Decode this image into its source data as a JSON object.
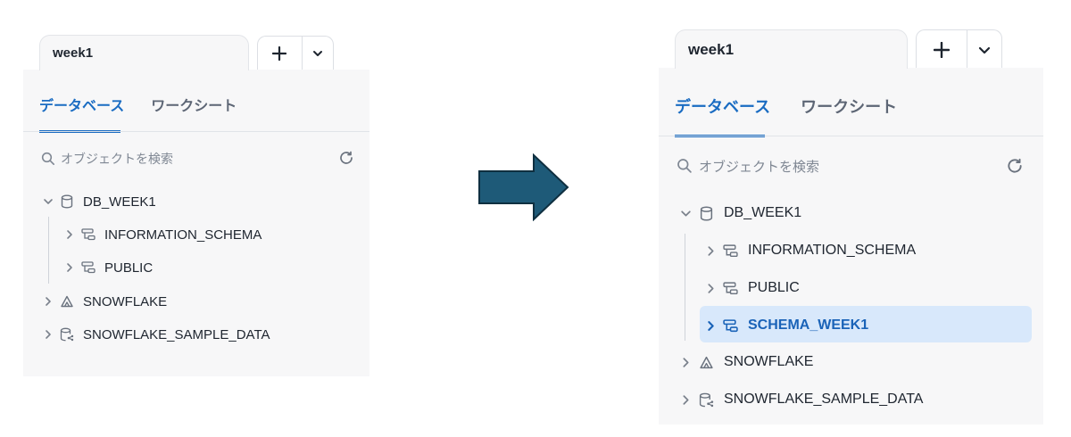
{
  "tab": {
    "name": "week1"
  },
  "tab_buttons": {
    "add": "+",
    "dropdown": "chevron-down-icon"
  },
  "subtabs": {
    "database": "データベース",
    "worksheet": "ワークシート"
  },
  "search": {
    "placeholder": "オブジェクトを検索"
  },
  "before": {
    "tree": [
      {
        "label": "DB_WEEK1",
        "icon": "database-icon",
        "expanded": true
      },
      {
        "label": "INFORMATION_SCHEMA",
        "icon": "schema-icon"
      },
      {
        "label": "PUBLIC",
        "icon": "schema-icon"
      },
      {
        "label": "SNOWFLAKE",
        "icon": "snowflake-share-icon"
      },
      {
        "label": "SNOWFLAKE_SAMPLE_DATA",
        "icon": "shared-database-icon"
      }
    ]
  },
  "after": {
    "tree": [
      {
        "label": "DB_WEEK1",
        "icon": "database-icon",
        "expanded": true
      },
      {
        "label": "INFORMATION_SCHEMA",
        "icon": "schema-icon"
      },
      {
        "label": "PUBLIC",
        "icon": "schema-icon"
      },
      {
        "label": "SCHEMA_WEEK1",
        "icon": "schema-icon",
        "selected": true
      },
      {
        "label": "SNOWFLAKE",
        "icon": "snowflake-share-icon"
      },
      {
        "label": "SNOWFLAKE_SAMPLE_DATA",
        "icon": "shared-database-icon"
      }
    ]
  },
  "colors": {
    "accent": "#1a6cc2",
    "selection": "#d8e8fb",
    "panel": "#f7f7f8",
    "arrow": "#1e5a78"
  }
}
